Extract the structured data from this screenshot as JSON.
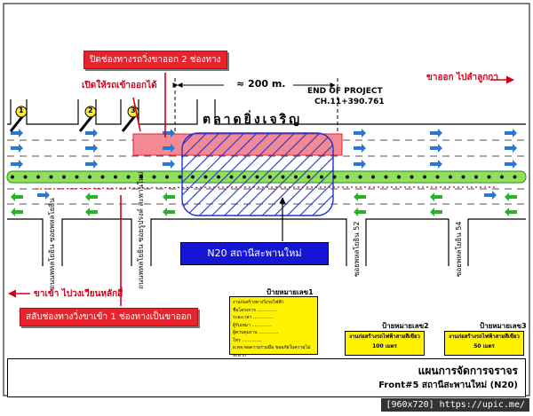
{
  "callouts": {
    "close_outbound": "ปิดช่องทางรถวิ่งขาออก 2 ช่องทาง",
    "open_turn": "เปิดให้รถเข้าออกได้",
    "swap_inbound": "สลับช่องทางวิ่งขาเข้า 1 ช่องทางเป็นขาออก"
  },
  "distance_label": "≈ 200 m.",
  "end_of_project": {
    "title": "END OF PROJECT",
    "chainage": "CH.11+390.761"
  },
  "direction_labels": {
    "outbound": "ขาออก ไปลำลูกกา",
    "inbound": "ขาเข้า ไปวงเวียนหลักสี่"
  },
  "market_name": "ตลาดยิ่งเจริญ",
  "station_label": "N20 สถานีสะพานใหม่",
  "intersection_numbers": [
    "1",
    "2",
    "3"
  ],
  "side_streets": {
    "left_1": "ถนนพหลโยธิน ซอยพหลโยธิน",
    "left_2": "ถนนพหลโยธิน ซอยรูปรงค์ สะพานใหม่",
    "right_1": "ซอยพหลโยธิน 52",
    "right_2": "ซอยพหลโยธิน 54"
  },
  "signs": {
    "sign1": {
      "caption": "ป้ายหมายเลข1",
      "lines": [
        "งานก่อสร้างทางวิ่งรถไฟฟ้า",
        "ชื่อโครงการ ..............",
        "ระยะเวลา ..............",
        "ผู้รับเหมา ..............",
        "ผู้ควบคุมงาน ..............",
        "โทร ..............",
        "ผ.ทล.ขอความร่วมมือ ขออภัยในความไม่สะดวก"
      ]
    },
    "sign2": {
      "caption": "ป้ายหมายเลข2",
      "line1": "งานก่อสร้างรถไฟฟ้าสายสีเขียว",
      "line2": "100 เมตร"
    },
    "sign3": {
      "caption": "ป้ายหมายเลข3",
      "line1": "งานก่อสร้างรถไฟฟ้าสายสีเขียว",
      "line2": "50 เมตร"
    }
  },
  "title_block": {
    "main": "แผนการจัดการจราจร",
    "sub": "Front#5 สถานีสะพานใหม่ (N20)"
  },
  "footer": "[960x720] https://upic.me/",
  "colors": {
    "red": "#e8232b",
    "blue_arrow": "#2a78d6",
    "green_arrow": "#27b12c",
    "median_green": "#8fe05a",
    "station_blue": "#1515d6",
    "closure_pink": "#f28a96",
    "sign_yellow": "#fff200"
  }
}
